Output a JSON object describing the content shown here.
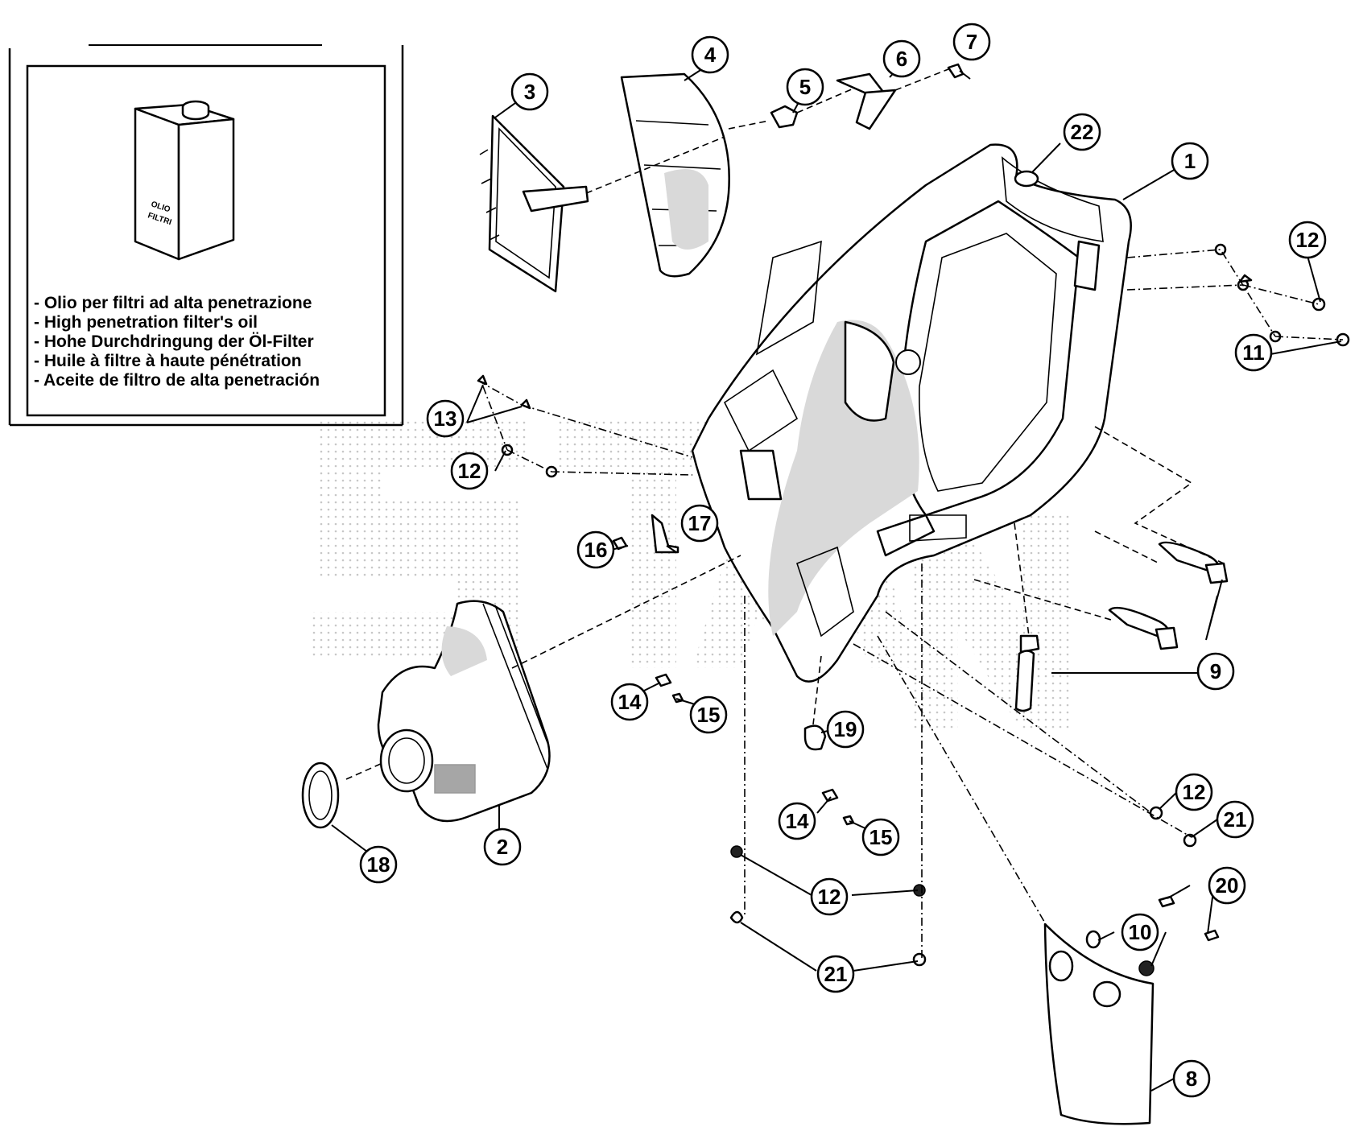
{
  "inset": {
    "can_label_line1": "OLIO",
    "can_label_line2": "FILTRI",
    "oil_lines": [
      "- Olio per filtri ad alta penetrazione",
      "- High penetration filter's oil",
      "- Hohe Durchdringung der Öl-Filter",
      "- Huile à filtre à haute pénétration",
      "- Aceite de filtro de alta penetración"
    ]
  },
  "callouts": {
    "c1": "1",
    "c2": "2",
    "c3": "3",
    "c4": "4",
    "c5": "5",
    "c6": "6",
    "c7": "7",
    "c8": "8",
    "c9": "9",
    "c10": "10",
    "c11": "11",
    "c12a": "12",
    "c12b": "12",
    "c12c": "12",
    "c12d": "12",
    "c13": "13",
    "c14a": "14",
    "c14b": "14",
    "c15a": "15",
    "c15b": "15",
    "c16": "16",
    "c17": "17",
    "c18": "18",
    "c19": "19",
    "c20": "20",
    "c21a": "21",
    "c21b": "21",
    "c22": "22"
  }
}
